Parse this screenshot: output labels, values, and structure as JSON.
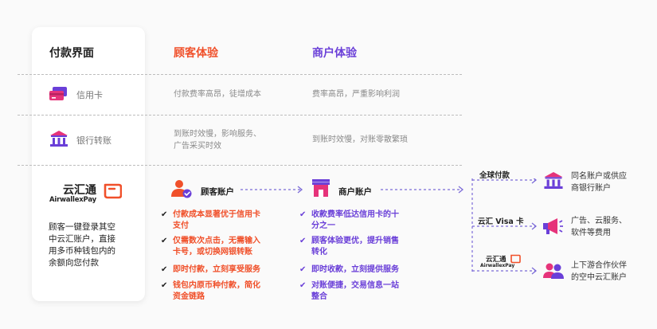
{
  "headers": {
    "payment_interface": "付款界面",
    "customer_experience": "顾客体验",
    "merchant_experience": "商户体验"
  },
  "rows": [
    {
      "name": "信用卡",
      "customer": "付款费率高昂，徒增成本",
      "merchant": "费率高昂，严重影响利润"
    },
    {
      "name": "银行转账",
      "customer": [
        "到账时效慢，影响服务、",
        "广告采买时效"
      ],
      "merchant": "到账时效慢，对账零散繁琐"
    }
  ],
  "brand": {
    "name_cn": "云汇通",
    "name_en": "AirwallexPay"
  },
  "description": [
    "顾客一键登录其空",
    "中云汇账户，直接",
    "用多币种钱包内的",
    "余额向您付款"
  ],
  "customer_account": {
    "label": "顾客账户",
    "benefits": [
      [
        "付款成本显著优于信用卡",
        "支付"
      ],
      [
        "仅需数次点击，无需输入",
        "卡号，或切换网银转账"
      ],
      [
        "即时付款，立刻享受服务"
      ],
      [
        "钱包内原币种付款，简化",
        "资金链路"
      ]
    ]
  },
  "merchant_account": {
    "label": "商户账户",
    "benefits": [
      [
        "收款费率低达信用卡的十",
        "分之一"
      ],
      [
        "顾客体验更优，提升销售",
        "转化"
      ],
      [
        "即时收款，立刻提供服务"
      ],
      [
        "对账便捷，交易信息一站",
        "整合"
      ]
    ]
  },
  "payout_channels": [
    {
      "label": "全球付款",
      "destination": [
        "同名账户或供应",
        "商银行账户"
      ],
      "icon": "bank-icon"
    },
    {
      "label": "云汇 Visa 卡",
      "destination": [
        "广告、云服务、",
        "软件等费用"
      ],
      "icon": "megaphone-icon"
    },
    {
      "label_cn": "云汇通",
      "label_en": "AirwallexPay",
      "destination": [
        "上下游合作伙伴",
        "的空中云汇账户"
      ],
      "icon": "partners-icon"
    }
  ],
  "colors": {
    "orange": "#f0502a",
    "purple": "#6a3fd8",
    "magenta": "#e6337a",
    "text": "#222222",
    "gray": "#8a8a8a"
  }
}
